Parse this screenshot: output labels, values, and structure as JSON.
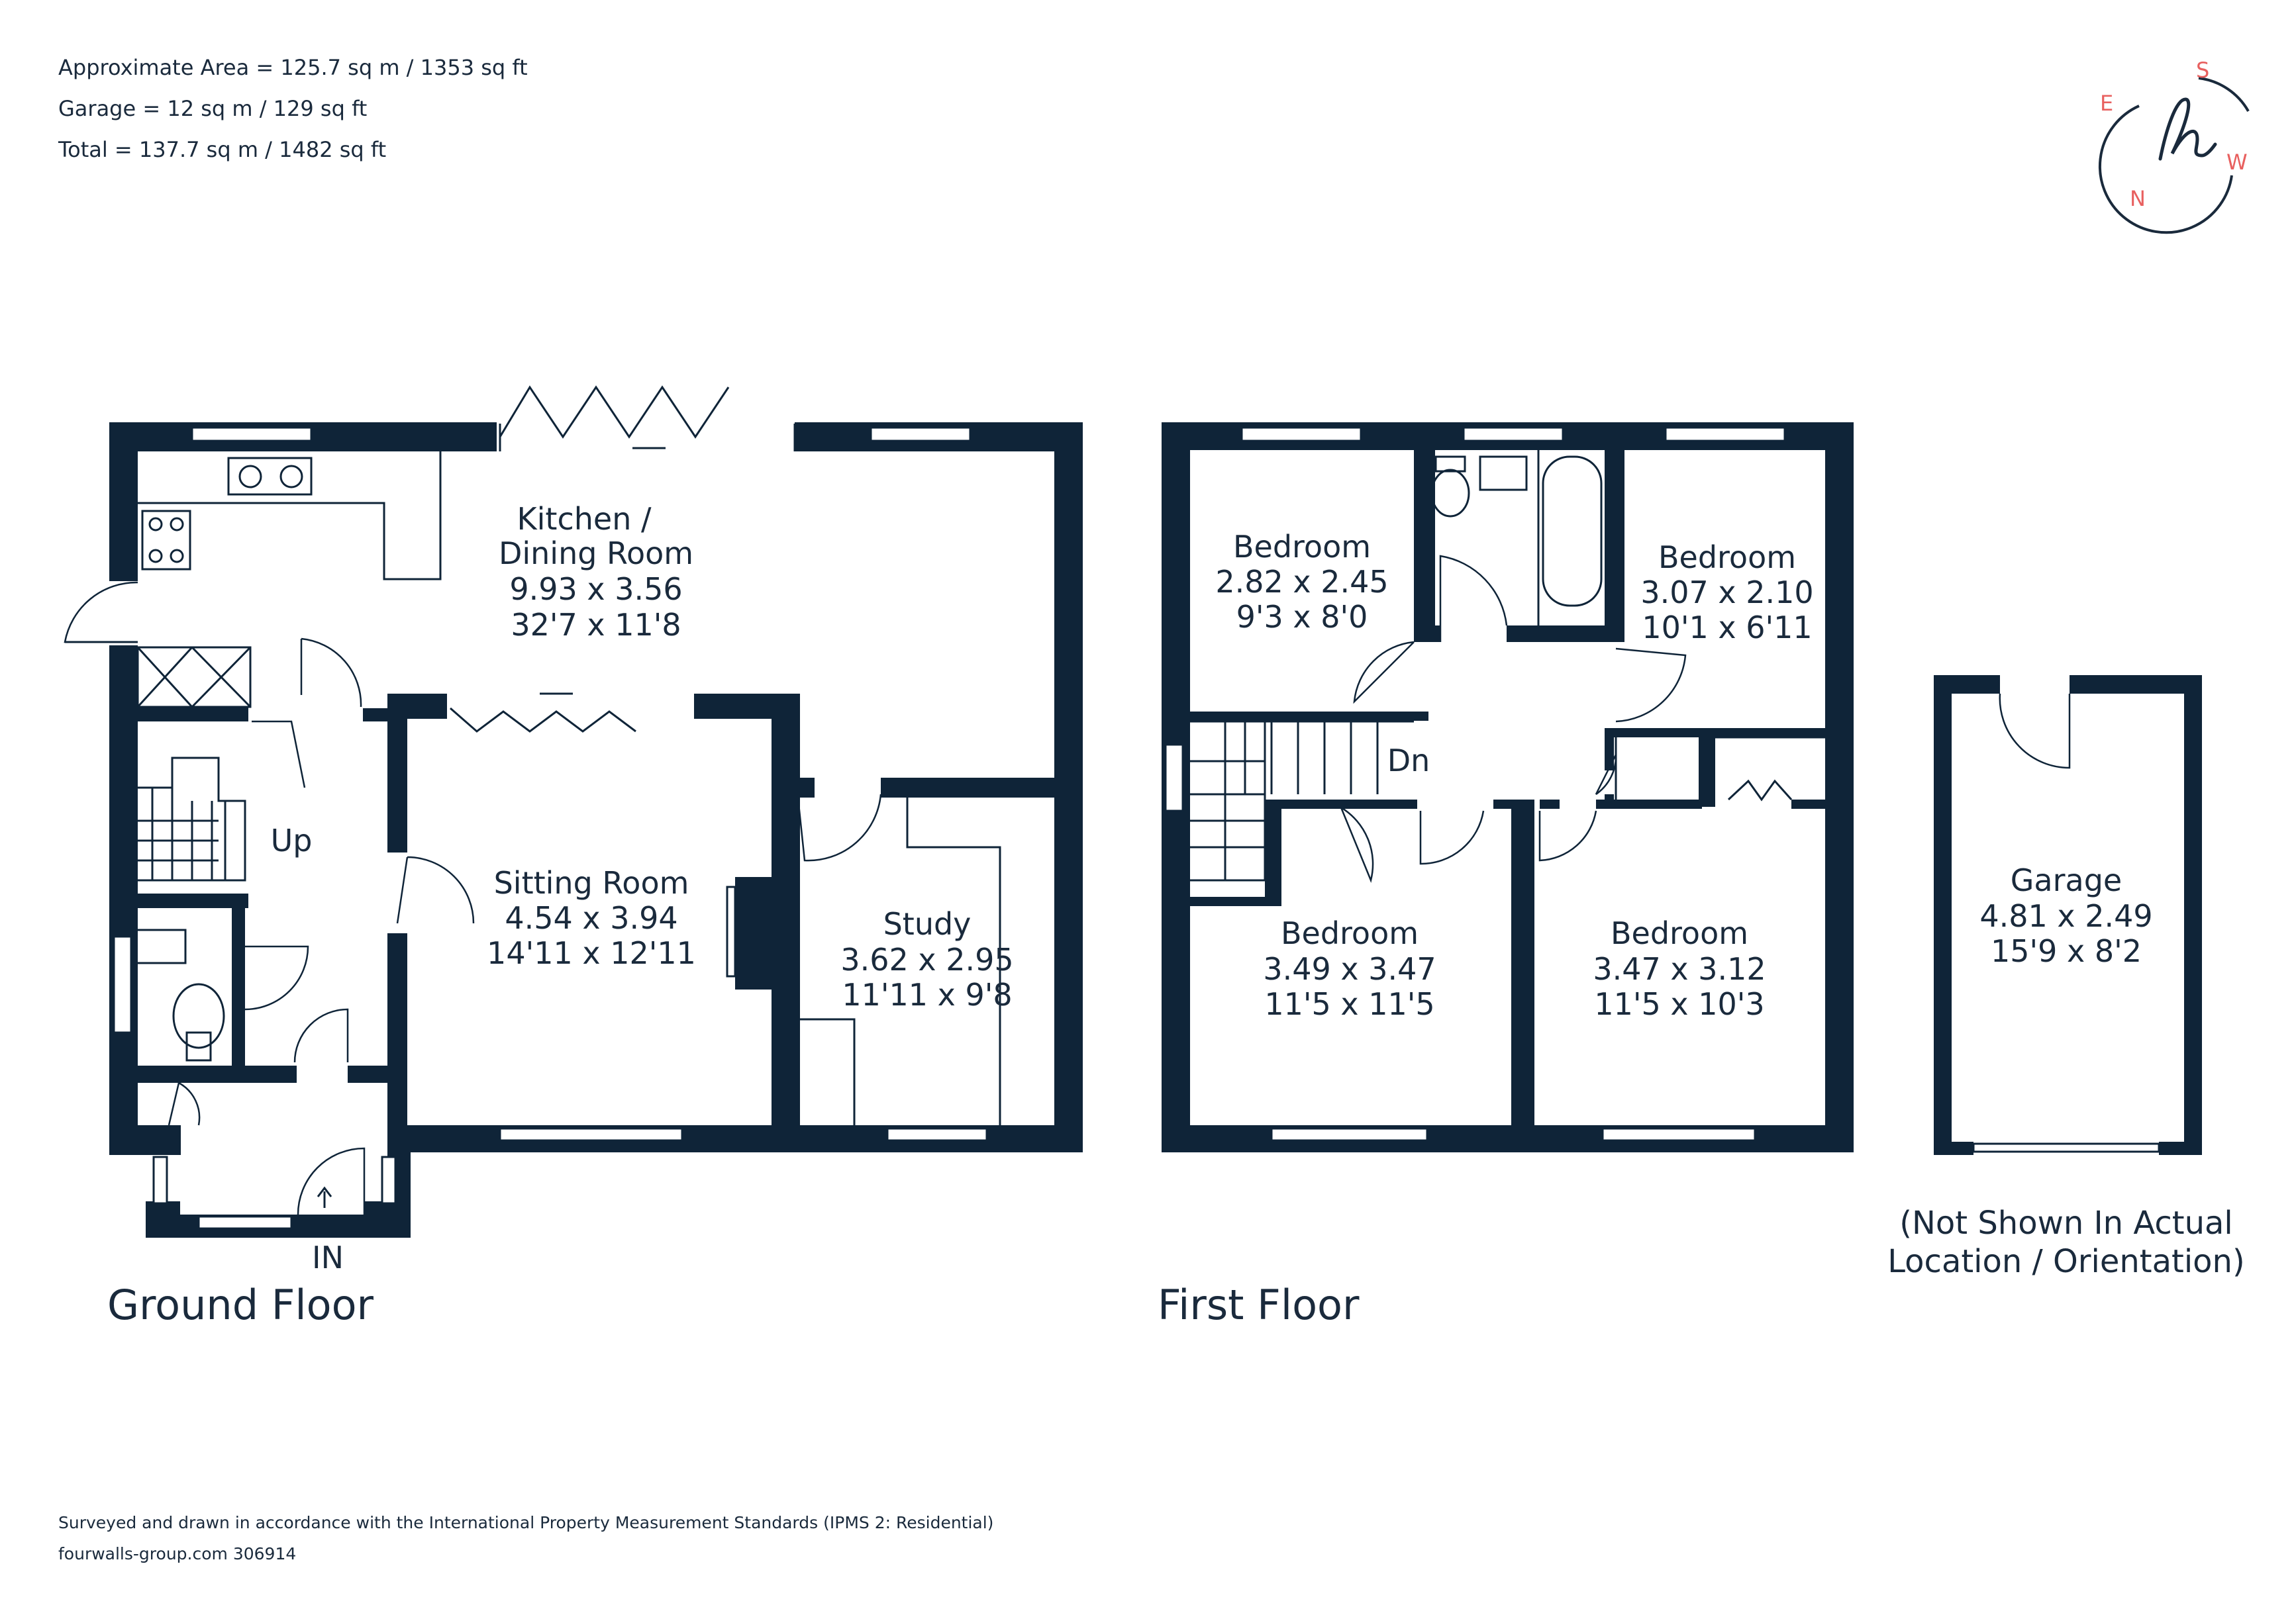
{
  "header": {
    "line1": "Approximate Area = 125.7 sq m / 1353 sq ft",
    "line2": "Garage = 12 sq m / 129 sq ft",
    "line3": "Total = 137.7 sq m / 1482 sq ft"
  },
  "compass": {
    "e": "E",
    "s": "S",
    "w": "W",
    "n": "N",
    "logo": "h",
    "color": "#e8605f"
  },
  "colors": {
    "wall": "#0f2438",
    "text": "#1a2a3c"
  },
  "ground_floor": {
    "title": "Ground Floor",
    "entrance": "IN",
    "stairs": "Up",
    "kitchen": {
      "name1": "Kitchen /",
      "name2": "Dining Room",
      "metric": "9.93 x 3.56",
      "imperial": "32'7 x 11'8"
    },
    "sitting": {
      "name": "Sitting Room",
      "metric": "4.54 x 3.94",
      "imperial": "14'11 x 12'11"
    },
    "study": {
      "name": "Study",
      "metric": "3.62 x 2.95",
      "imperial": "11'11 x 9'8"
    }
  },
  "first_floor": {
    "title": "First Floor",
    "stairs": "Dn",
    "bedroom1": {
      "name": "Bedroom",
      "metric": "2.82 x 2.45",
      "imperial": "9'3 x 8'0"
    },
    "bedroom2": {
      "name": "Bedroom",
      "metric": "3.07 x 2.10",
      "imperial": "10'1 x 6'11"
    },
    "bedroom3": {
      "name": "Bedroom",
      "metric": "3.49 x 3.47",
      "imperial": "11'5 x 11'5"
    },
    "bedroom4": {
      "name": "Bedroom",
      "metric": "3.47 x 3.12",
      "imperial": "11'5 x 10'3"
    }
  },
  "garage": {
    "name": "Garage",
    "metric": "4.81 x 2.49",
    "imperial": "15'9 x 8'2",
    "note1": "(Not Shown In Actual",
    "note2": "Location / Orientation)"
  },
  "footer": {
    "line1": "Surveyed and drawn in accordance with the International Property Measurement Standards (IPMS 2: Residential)",
    "line2": "fourwalls-group.com 306914"
  }
}
